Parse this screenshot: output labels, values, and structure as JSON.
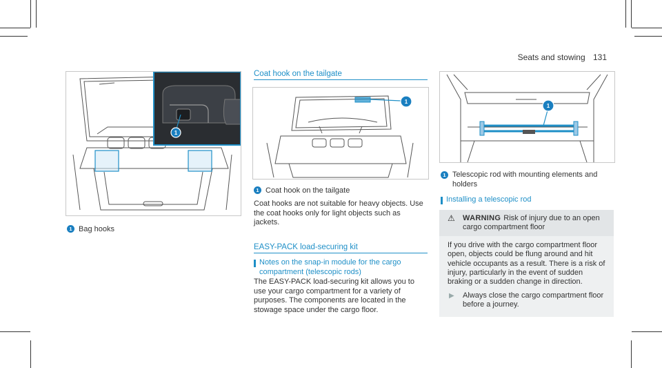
{
  "header": {
    "title": "Seats and stowing",
    "page": "131"
  },
  "left": {
    "caption": "Bag hooks"
  },
  "middle": {
    "section_title": "Coat hook on the tailgate",
    "caption": "Coat hook on the tailgate",
    "paragraph": "Coat hooks are not suitable for heavy objects. Use the coat hooks only for light objects such as jackets.",
    "section2_title": "EASY-PACK load-securing kit",
    "subheading": "Notes on the snap-in module for the cargo compartment (telescopic rods)",
    "paragraph2": "The EASY-PACK load-securing kit allows you to use your cargo compartment for a variety of purposes. The components are located in the stowage space under the cargo floor."
  },
  "right": {
    "caption": "Telescopic rod with mounting elements and holders",
    "subheading": "Installing a telescopic rod",
    "warning": {
      "label": "WARNING",
      "headline": "Risk of injury due to an open cargo compartment floor",
      "body": "If you drive with the cargo compartment floor open, objects could be flung around and hit vehicle occupants as a result. There is a risk of injury, particularly in the event of sudden braking or a sudden change in direction.",
      "step": "Always close the cargo compartment floor before a journey."
    }
  },
  "badge_number": "1",
  "colors": {
    "accent": "#1e8fc7",
    "badge": "#1a7fc0",
    "warning_bg": "#eef0f1"
  },
  "icons": {
    "warning": "warning-triangle-icon",
    "step": "play-arrow-icon"
  }
}
